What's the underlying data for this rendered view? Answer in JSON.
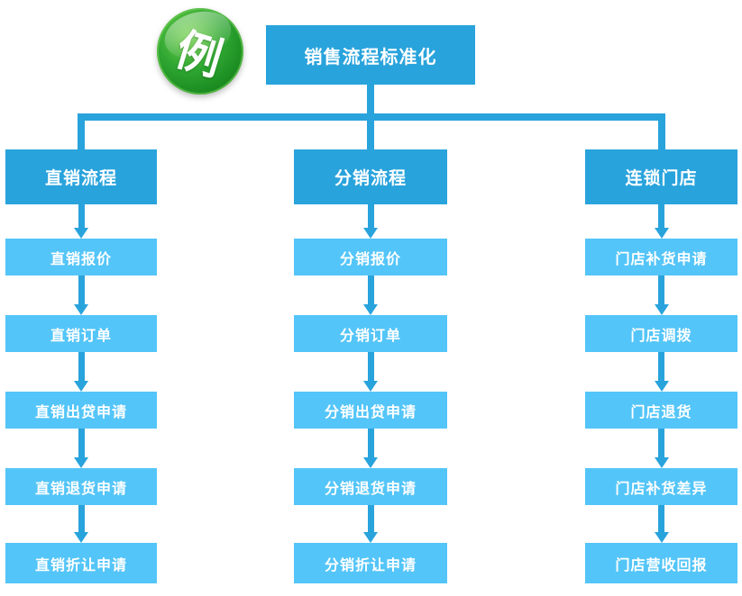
{
  "badge": {
    "label": "例"
  },
  "root": {
    "label": "销售流程标准化"
  },
  "colors": {
    "primary_blue": "#29a3dc",
    "node_light_blue": "#54c5f8",
    "badge_green": "#2fa732",
    "text": "#ffffff"
  },
  "columns": [
    {
      "header": "直销流程",
      "items": [
        "直销报价",
        "直销订单",
        "直销出贷申请",
        "直销退货申请",
        "直销折让申请"
      ]
    },
    {
      "header": "分销流程",
      "items": [
        "分销报价",
        "分销订单",
        "分销出贷申请",
        "分销退货申请",
        "分销折让申请"
      ]
    },
    {
      "header": "连锁门店",
      "items": [
        "门店补货申请",
        "门店调拨",
        "门店退货",
        "门店补货差异",
        "门店营收回报"
      ]
    }
  ]
}
